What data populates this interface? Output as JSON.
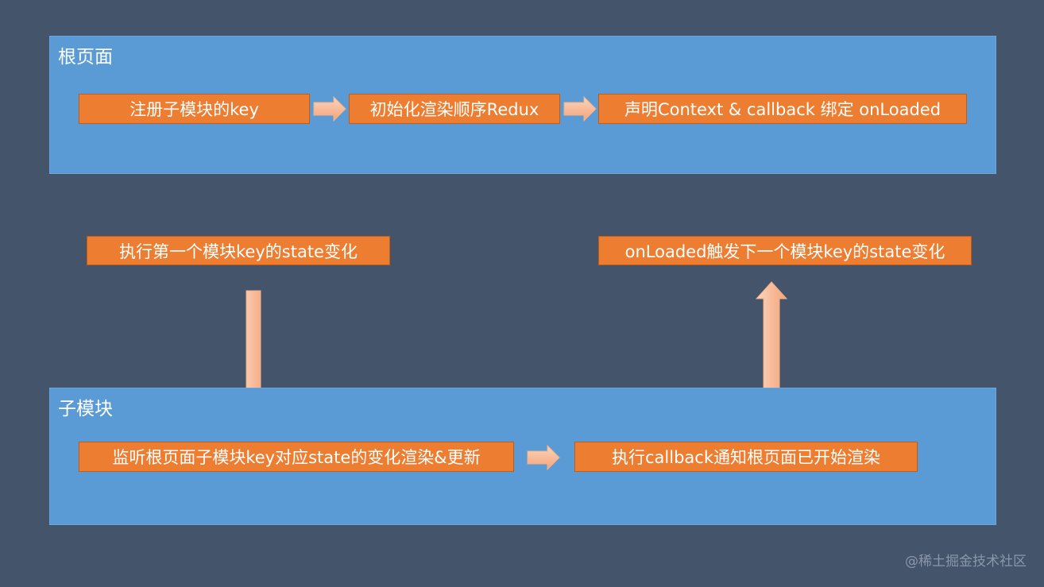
{
  "diagram": {
    "root_panel": {
      "title": "根页面",
      "steps": [
        "注册子模块的key",
        "初始化渲染顺序Redux",
        "声明Context & callback 绑定 onLoaded"
      ]
    },
    "middle": {
      "left_step": "执行第一个模块key的state变化",
      "right_step": "onLoaded触发下一个模块key的state变化"
    },
    "child_panel": {
      "title": "子模块",
      "steps": [
        "监听根页面子模块key对应state的变化渲染&更新",
        "执行callback通知根页面已开始渲染"
      ]
    },
    "colors": {
      "background": "#44546a",
      "panel": "#5b9bd5",
      "box": "#ed7d31",
      "arrow_light": "#fbd5bd",
      "arrow_dark": "#f4a37a"
    },
    "watermark": "@稀土掘金技术社区"
  }
}
